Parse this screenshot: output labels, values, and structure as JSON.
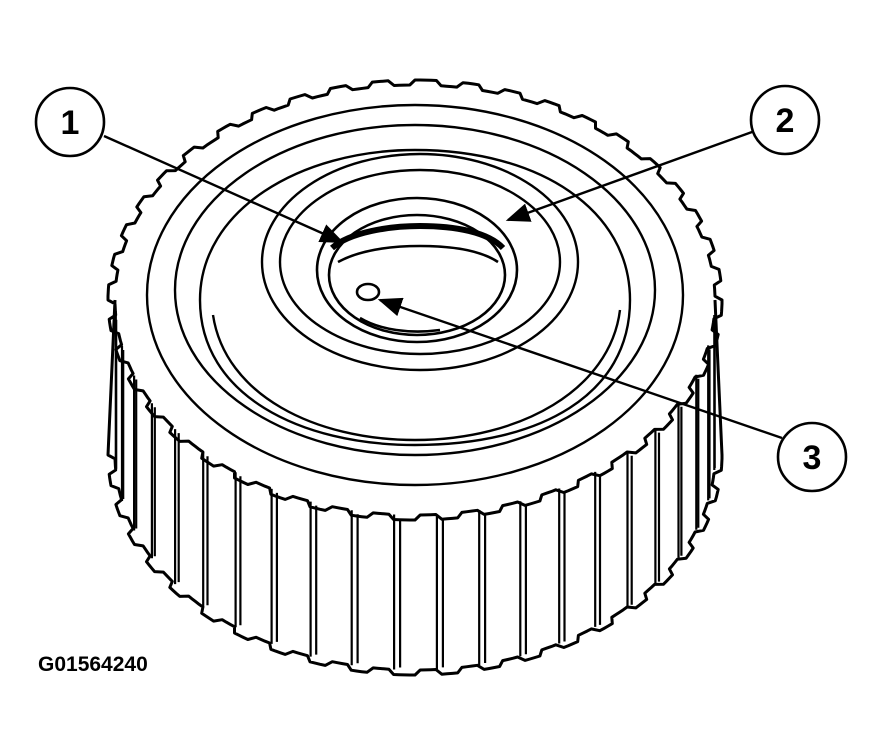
{
  "figure_id": "G01564240",
  "callouts": [
    {
      "label": "1"
    },
    {
      "label": "2"
    },
    {
      "label": "3"
    }
  ],
  "colors": {
    "line": "#000000",
    "background": "#ffffff"
  }
}
